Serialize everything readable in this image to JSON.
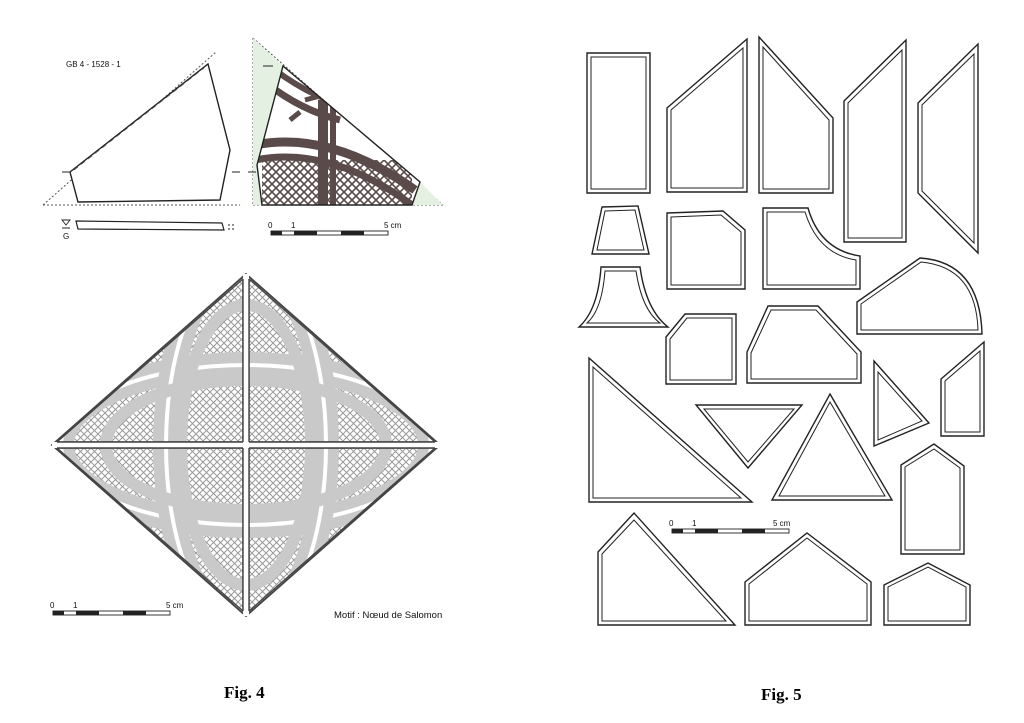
{
  "fig4": {
    "caption": "Fig. 4",
    "specimen_label": "GB 4 - 1528 - 1",
    "section_marker": "G",
    "scale_top": {
      "zero": "0",
      "one": "1",
      "five": "5 cm"
    },
    "scale_bottom": {
      "zero": "0",
      "one": "1",
      "five": "5 cm"
    },
    "motif_text": "Motif : Nœud de Salomon"
  },
  "fig5": {
    "caption": "Fig. 5",
    "scale": {
      "zero": "0",
      "one": "1",
      "five": "5 cm"
    },
    "pieces": [
      {
        "id": "rectangle-tall"
      },
      {
        "id": "pentagon-slant-1"
      },
      {
        "id": "pentagon-slant-2"
      },
      {
        "id": "parallelogram-tall-1"
      },
      {
        "id": "parallelogram-tall-2"
      },
      {
        "id": "trapezoid-small"
      },
      {
        "id": "pentagon-cut-corner"
      },
      {
        "id": "concave-quarter"
      },
      {
        "id": "arc-rounded"
      },
      {
        "id": "bell-trapezoid"
      },
      {
        "id": "pentagon-small"
      },
      {
        "id": "hexagon-wide"
      },
      {
        "id": "triangle-small-skew"
      },
      {
        "id": "quad-slant-small"
      },
      {
        "id": "triangle-right-large"
      },
      {
        "id": "triangle-inverted"
      },
      {
        "id": "triangle-isosceles"
      },
      {
        "id": "house-tall"
      },
      {
        "id": "quad-slant-bottom"
      },
      {
        "id": "house-wide"
      },
      {
        "id": "house-small"
      }
    ]
  }
}
